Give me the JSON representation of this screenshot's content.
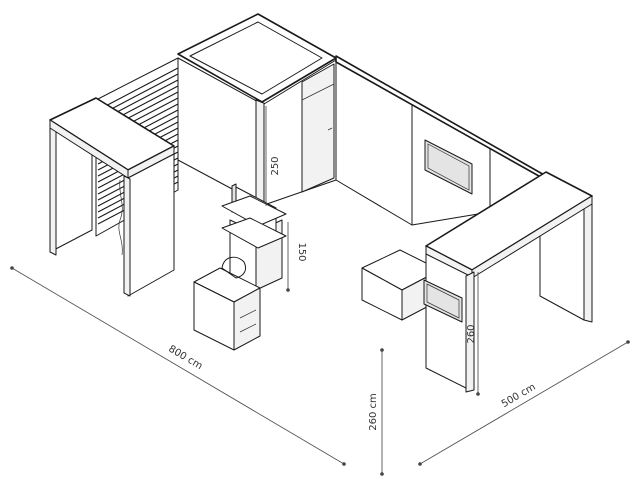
{
  "dimensions": {
    "length": "800 cm",
    "depth": "500 cm",
    "height_front": "260 cm",
    "height_corner": "250",
    "height_counter": "150",
    "height_side": "260"
  }
}
